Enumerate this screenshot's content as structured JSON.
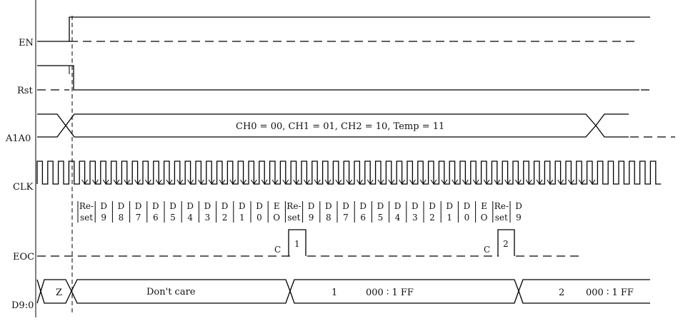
{
  "signals": {
    "en": "EN",
    "rst": "Rst",
    "a1a0": "A1A0",
    "clk": "CLK",
    "eoc": "EOC",
    "d90": "D9:0"
  },
  "a1a0_text": "CH0 = 00, CH1 = 01, CH2 = 10, Temp = 11",
  "slots": [
    [
      "Re-",
      "set"
    ],
    [
      "D",
      "9"
    ],
    [
      "D",
      "8"
    ],
    [
      "D",
      "7"
    ],
    [
      "D",
      "6"
    ],
    [
      "D",
      "5"
    ],
    [
      "D",
      "4"
    ],
    [
      "D",
      "3"
    ],
    [
      "D",
      "2"
    ],
    [
      "D",
      "1"
    ],
    [
      "D",
      "0"
    ],
    [
      "E",
      "O"
    ],
    [
      "Re-",
      "set"
    ],
    [
      "D",
      "9"
    ],
    [
      "D",
      "8"
    ],
    [
      "D",
      "7"
    ],
    [
      "D",
      "6"
    ],
    [
      "D",
      "5"
    ],
    [
      "D",
      "4"
    ],
    [
      "D",
      "3"
    ],
    [
      "D",
      "2"
    ],
    [
      "D",
      "1"
    ],
    [
      "D",
      "0"
    ],
    [
      "E",
      "O"
    ],
    [
      "Re-",
      "set"
    ],
    [
      "D",
      "9"
    ]
  ],
  "eoc": {
    "c": "C",
    "pulse1": "1",
    "pulse2": "2"
  },
  "data_bus": {
    "z": "Z",
    "dont_care": "Don't care",
    "seg1_ch": "1",
    "seg1_range": "000 ∶ 1 FF",
    "seg2_ch": "2",
    "seg2_range": "000 ∶ 1 FF"
  }
}
